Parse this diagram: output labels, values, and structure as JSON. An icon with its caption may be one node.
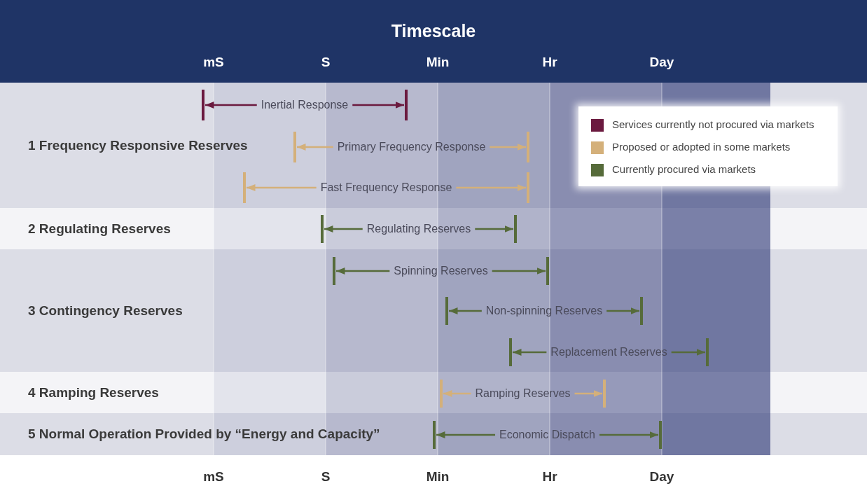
{
  "diagram": {
    "title": "Timescale",
    "nodes": [
      {
        "text": [
          "1 Frequency Responsive Reserves"
        ]
      },
      {
        "text": [
          "2 Regulating Reserves"
        ]
      },
      {
        "text": [
          "3 Contingency Reserves"
        ]
      },
      {
        "text": [
          "4 Ramping Reserves"
        ]
      },
      {
        "text": [
          "5 Normal Operation Provided by “Energy and Capacity”"
        ]
      }
    ],
    "labels": [
      "mS",
      "S",
      "Min",
      "Hr",
      "Day",
      "Inertial Response",
      "Primary Frequency Response",
      "Fast Frequency Response",
      "Regulating Reserves",
      "Spinning Reserves",
      "Non-spinning Reserves",
      "Replacement Reserves",
      "Ramping Reserves",
      "Economic Dispatch",
      "mS",
      "S",
      "Min",
      "Hr",
      "Day"
    ],
    "legend": [
      {
        "text": "Services currently not procured via markets",
        "color": "#6b1a3f"
      },
      {
        "text": "Proposed or adopted in some markets",
        "color": "#d4b07a"
      },
      {
        "text": "Currently procured via markets",
        "color": "#566b3a"
      }
    ]
  }
}
